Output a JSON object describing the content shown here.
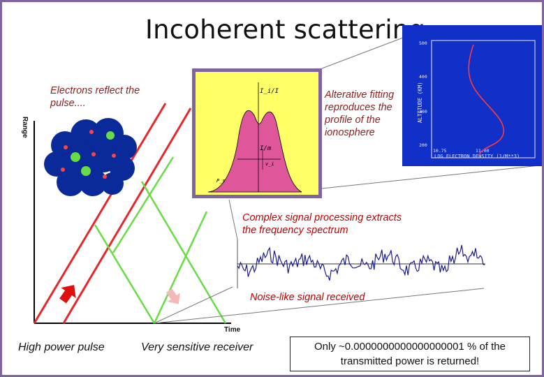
{
  "title": "Incoherent scattering.",
  "labels": {
    "electrons_reflect": "Electrons reflect the pulse....",
    "alterative_fitting": "Alterative fitting reproduces the profile of the ionosphere",
    "complex_signal": "Complex signal processing extracts the frequency spectrum",
    "noise_signal": "Noise-like signal received",
    "high_power_pulse": "High power pulse",
    "sensitive_receiver": "Very sensitive receiver",
    "range_axis": "Range",
    "time_axis": "Time"
  },
  "note": {
    "line1": "Only ~0.0000000000000000001 % of the",
    "line2": "transmitted power is returned!"
  },
  "spectrum_inset": {
    "labels": {
      "top": "I_i/I",
      "mid": "I/m",
      "side": "v_i",
      "corner": "P_s"
    }
  },
  "profile_inset": {
    "y_axis_label": "ALTITUDE (KM)",
    "x_axis_label": "LOG ELECTRON DENSITY (1/M**3)",
    "y_ticks": [
      "500",
      "400",
      "300",
      "200"
    ],
    "x_ticks": [
      "10.75",
      "11.00"
    ]
  },
  "colors": {
    "frame_purple": "#8064a2",
    "pulse_red": "#e8262b",
    "echo_green": "#66dd44",
    "text_red": "#c00000",
    "cloud_blue": "#0a2a9a",
    "spectrum_pink": "#e0569a",
    "spectrum_bg": "#ffff66",
    "profile_bg": "#1030c8"
  },
  "icons": {
    "pulse_arrow": "red-arrow-icon",
    "echo_arrow": "pink-arrow-icon",
    "cloud": "electron-cloud-icon"
  }
}
